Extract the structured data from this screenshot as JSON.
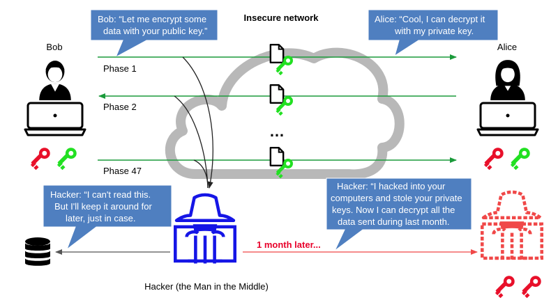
{
  "network_title": "Insecure network",
  "bob": {
    "name": "Bob",
    "speech_line1": "Bob: “Let me encrypt some",
    "speech_line2": "data with your public key.”"
  },
  "alice": {
    "name": "Alice",
    "speech_line1": "Alice: “Cool, I can decrypt it",
    "speech_line2": "with my private key."
  },
  "phases": {
    "phase1": "Phase 1",
    "phase2": "Phase 2",
    "phase47": "Phase 47",
    "ellipsis": "…"
  },
  "hacker": {
    "caption": "Hacker (the Man in the Middle)",
    "speech1_line1": "Hacker: “I can't read this.",
    "speech1_line2": "But I'll keep it around for",
    "speech1_line3": "later, just in case.",
    "speech2_line1": "Hacker: “I hacked into your",
    "speech2_line2": "computers and stole your private",
    "speech2_line3": "keys. Now I can decrypt all the",
    "speech2_line4": "data sent during last month.",
    "later_label": "1 month later..."
  },
  "colors": {
    "bubble": "#4f7fc0",
    "green": "#1a9a3a",
    "key_green": "#22e022",
    "key_red": "#e8102a",
    "hacker_blue": "#1515e6",
    "hacker_red": "#f04848",
    "cloud": "#b8b8b8"
  },
  "icons": [
    "user-icon",
    "laptop-icon",
    "key-icon",
    "document-icon",
    "hacker-icon",
    "database-icon",
    "cloud-icon"
  ]
}
